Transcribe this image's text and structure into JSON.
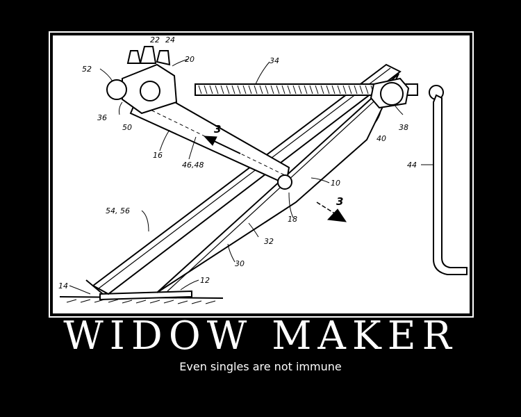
{
  "poster": {
    "title": "WIDOW MAKER",
    "subtitle": "Even singles are not immune",
    "colors": {
      "background": "#000000",
      "text": "#ffffff",
      "drawing_bg": "#ffffff",
      "ink": "#000000"
    }
  },
  "figure": {
    "refs": {
      "r52": "52",
      "r22": "22",
      "r24": "24",
      "r20": "20",
      "r34": "34",
      "r36": "36",
      "r50": "50",
      "r16": "16",
      "r46": "46,48",
      "r3a": "3",
      "r38": "38",
      "r40": "40",
      "r44": "44",
      "r10": "10",
      "r3b": "3",
      "r18": "18",
      "r5456": "54, 56",
      "r32": "32",
      "r30": "30",
      "r12": "12",
      "r14": "14"
    }
  }
}
